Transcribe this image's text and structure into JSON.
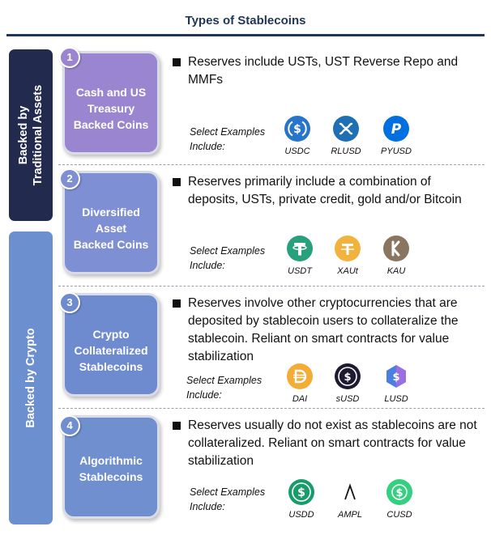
{
  "title": "Types of Stablecoins",
  "side_labels": {
    "traditional": [
      "Backed by",
      "Traditional Assets"
    ],
    "crypto": "Backed by Crypto"
  },
  "colors": {
    "title": "#1f3657",
    "traditional_bar": "#222a4e",
    "crypto_bar": "#6b8fcf",
    "card1": "#9a86d0",
    "card2": "#7f8fd4",
    "card3": "#6f8bcf",
    "card4": "#6f8fcf"
  },
  "select_label": [
    "Select Examples",
    "Include:"
  ],
  "categories": [
    {
      "number": "1",
      "name": [
        "Cash and US",
        "Treasury",
        "Backed Coins"
      ],
      "description": "Reserves include USTs, UST Reverse Repo and MMFs",
      "examples": [
        {
          "ticker": "USDC",
          "icon": "usdc-icon",
          "color": "#2775ca"
        },
        {
          "ticker": "RLUSD",
          "icon": "rlusd-icon",
          "color": "#1f6fb5"
        },
        {
          "ticker": "PYUSD",
          "icon": "pyusd-icon",
          "color": "#0070e0"
        }
      ]
    },
    {
      "number": "2",
      "name": [
        "Diversified",
        "Asset",
        "Backed Coins"
      ],
      "description": "Reserves primarily include a combination of deposits, USTs, private credit, gold and/or Bitcoin",
      "examples": [
        {
          "ticker": "USDT",
          "icon": "tether-icon",
          "color": "#26a17b"
        },
        {
          "ticker": "XAUt",
          "icon": "tether-gold-icon",
          "color": "#f2b33d"
        },
        {
          "ticker": "KAU",
          "icon": "kinesis-icon",
          "color": "#8a7560"
        }
      ]
    },
    {
      "number": "3",
      "name": [
        "Crypto",
        "Collateralized",
        "Stablecoins"
      ],
      "description": "Reserves involve other cryptocurrencies that are deposited by stablecoin users to collateralize the stablecoin. Reliant on smart contracts for value stabilization",
      "examples": [
        {
          "ticker": "DAI",
          "icon": "dai-icon",
          "color": "#f5ac37"
        },
        {
          "ticker": "sUSD",
          "icon": "susd-icon",
          "color": "#1e1a31"
        },
        {
          "ticker": "LUSD",
          "icon": "lusd-icon",
          "color": "#4a7ee0"
        }
      ]
    },
    {
      "number": "4",
      "name": [
        "Algorithmic",
        "Stablecoins"
      ],
      "description": "Reserves usually do not exist as stablecoins are not collateralized. Reliant on smart contracts for value stabilization",
      "examples": [
        {
          "ticker": "USDD",
          "icon": "usdd-icon",
          "color": "#1a9b6c"
        },
        {
          "ticker": "AMPL",
          "icon": "ampleforth-icon",
          "color": "#111111"
        },
        {
          "ticker": "CUSD",
          "icon": "celo-dollar-icon",
          "color": "#35d07f"
        }
      ]
    }
  ]
}
